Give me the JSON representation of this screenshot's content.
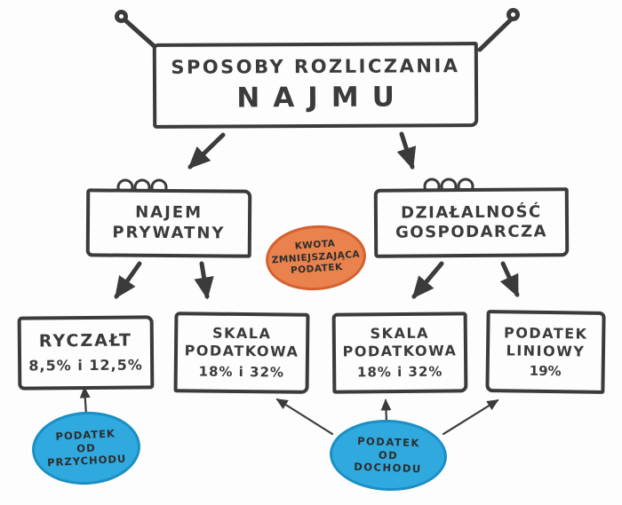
{
  "title": {
    "line1": "SPOSOBY ROZLICZANIA",
    "line2": "NAJMU"
  },
  "nodes": {
    "najem_prywatny": {
      "line1": "NAJEM",
      "line2": "PRYWATNY"
    },
    "dzialalnosc": {
      "line1": "DZIAŁALNOŚĆ",
      "line2": "GOSPODARCZA"
    },
    "ryczalt": {
      "line1": "RYCZAŁT",
      "line2": "8,5% i 12,5%"
    },
    "skala1": {
      "line1": "SKALA",
      "line2": "PODATKOWA",
      "line3": "18% i 32%"
    },
    "skala2": {
      "line1": "SKALA",
      "line2": "PODATKOWA",
      "line3": "18% i 32%"
    },
    "liniowy": {
      "line1": "PODATEK",
      "line2": "LINIOWY",
      "line3": "19%"
    }
  },
  "bubbles": {
    "kwota": {
      "line1": "KWOTA",
      "line2": "ZMNIEJSZAJĄCA",
      "line3": "PODATEK"
    },
    "przychod": {
      "line1": "PODATEK",
      "line2": "OD",
      "line3": "PRZYCHODU"
    },
    "dochod": {
      "line1": "PODATEK",
      "line2": "OD",
      "line3": "DOCHODU"
    }
  },
  "colors": {
    "ink": "#3b3b3b",
    "orange": "#e9824d",
    "orange-border": "#d4612f",
    "blue": "#2fa9de",
    "blue-border": "#1b8fc4",
    "paper": "#fdfdfd"
  }
}
